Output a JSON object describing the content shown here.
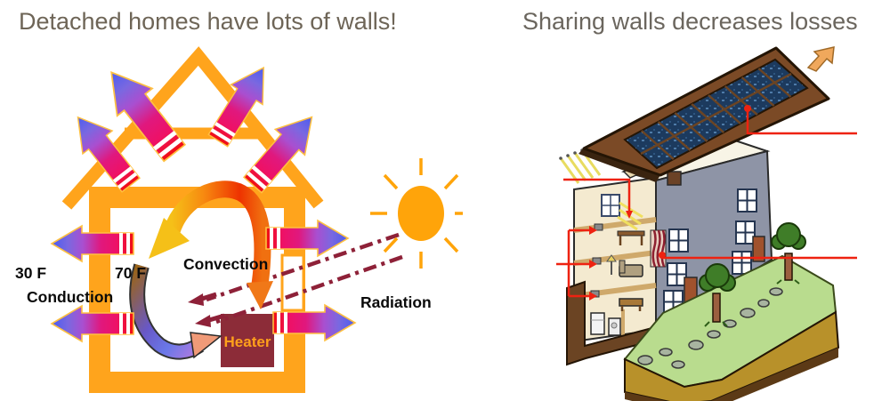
{
  "left_panel": {
    "title": "Detached homes have lots of walls!",
    "labels": {
      "outside_temp": "30 F",
      "inside_temp": "70 F",
      "conduction": "Conduction",
      "convection": "Convection",
      "radiation": "Radiation",
      "heater": "Heater"
    },
    "colors": {
      "house_outline": "#FFA41C",
      "heater_box": "#8C2C38",
      "heater_text": "#FFA01B",
      "sun": "#FFA40A",
      "radiation_beam": "#8E2138",
      "arrow_hot": "#EE1111",
      "arrow_warm": "#E8187E",
      "arrow_cool": "#8A5AD0",
      "arrow_cold": "#4A5CF0",
      "title_text": "#6E6557"
    }
  },
  "right_panel": {
    "title": "Sharing walls decreases losses",
    "colors": {
      "roof": "#7B4A26",
      "solar_cell": "#1C3A5E",
      "wall_front": "#8E94A6",
      "cutaway_face": "#F4EAD0",
      "lawn": "#B9DC8E",
      "earth": "#B8912A",
      "soil_dark": "#6B4423",
      "tree_foliage": "#3F7D28",
      "callout": "#EE2211",
      "pointer_arrow": "#F0A85C",
      "title_text": "#6B665E"
    }
  }
}
